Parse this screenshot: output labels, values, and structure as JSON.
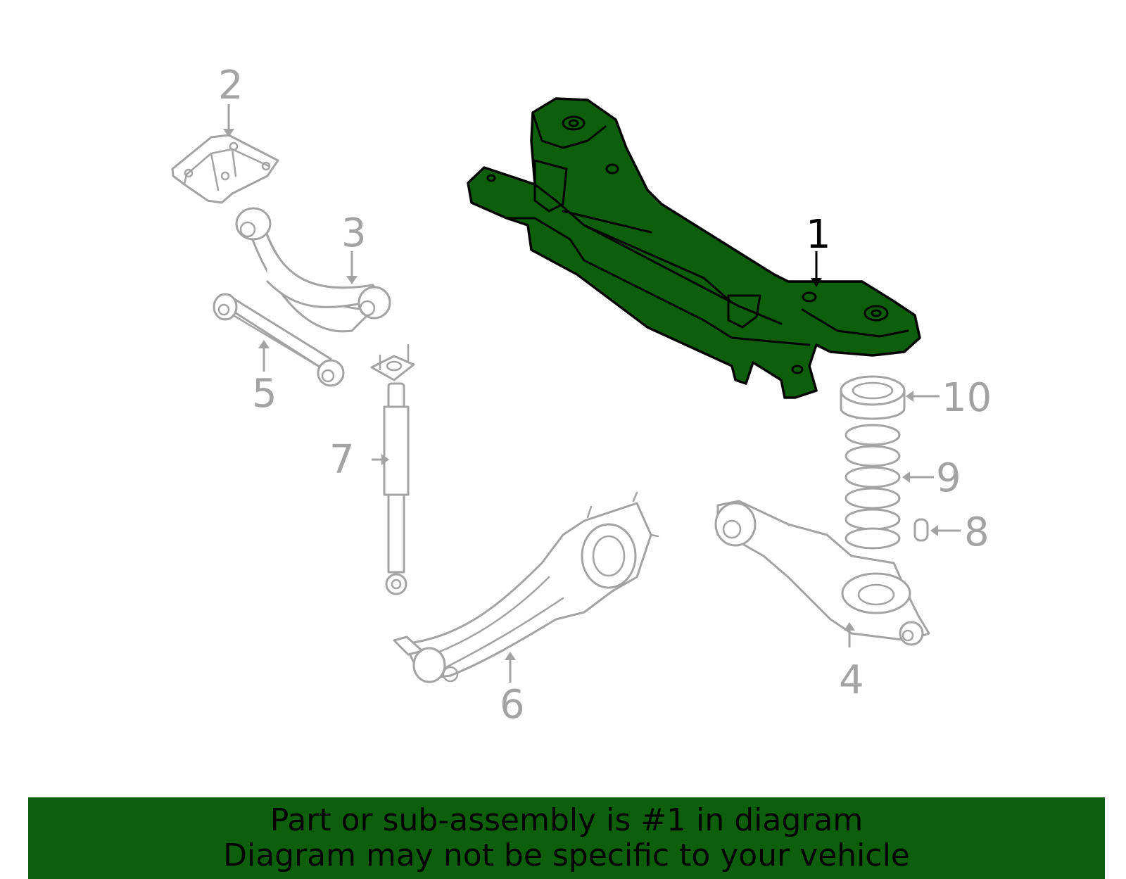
{
  "callouts": {
    "c1": "1",
    "c2": "2",
    "c3": "3",
    "c4": "4",
    "c5": "5",
    "c6": "6",
    "c7": "7",
    "c8": "8",
    "c9": "9",
    "c10": "10"
  },
  "highlighted_part": "1",
  "colors": {
    "highlight_fill": "#0e5f0c",
    "banner_background": "#0e5f0c",
    "ghost_part_stroke": "#a3a3a3",
    "text": "#000000"
  },
  "banner": {
    "line1": "Part or sub-assembly is #1 in diagram",
    "line2": "Diagram may not be specific to your vehicle"
  }
}
